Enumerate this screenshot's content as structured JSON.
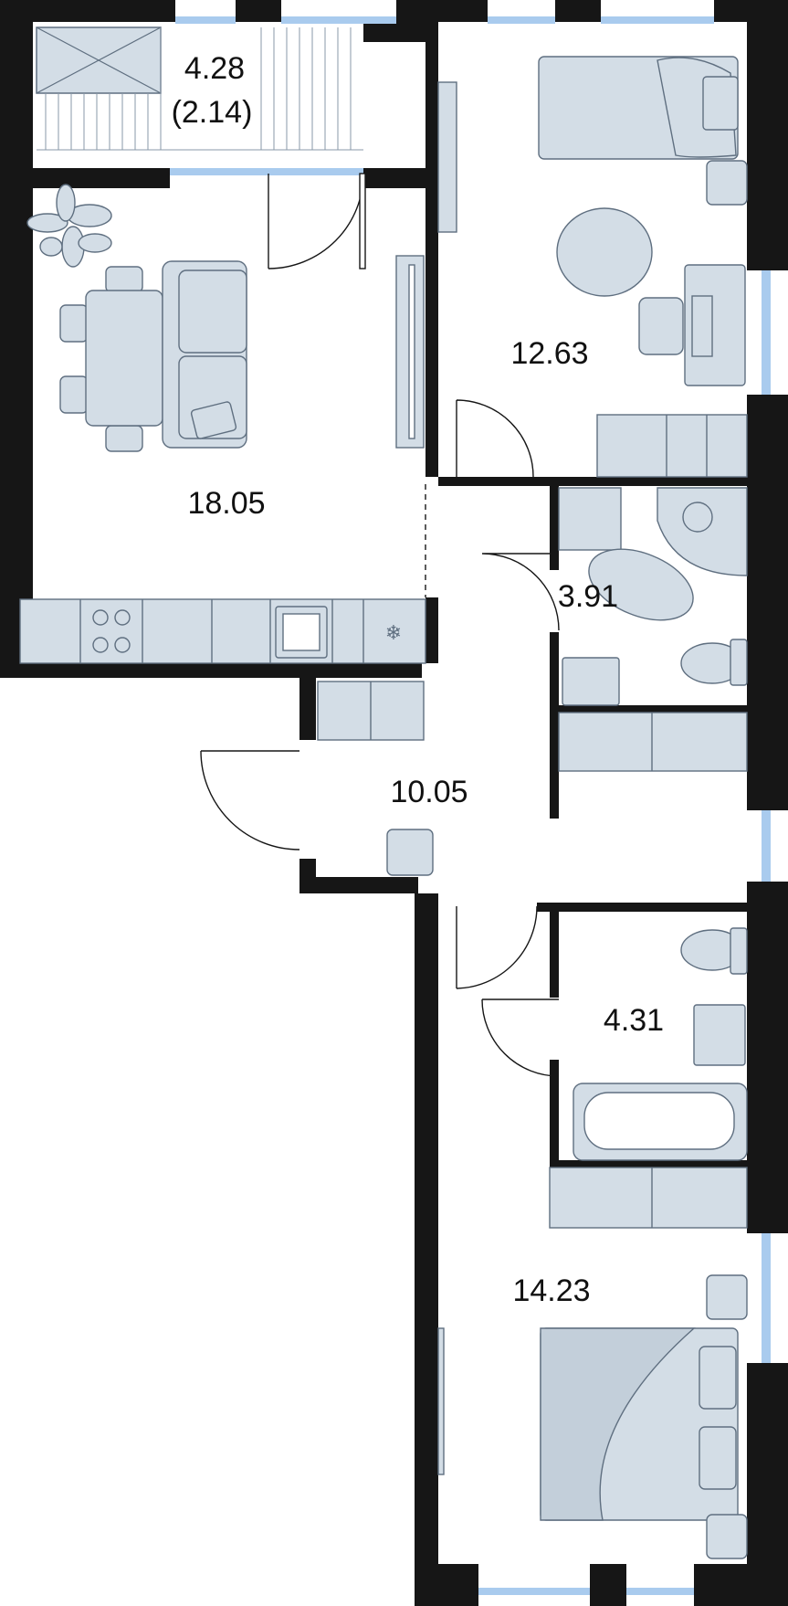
{
  "rooms": {
    "balcony": {
      "area": "4.28",
      "area_reduced": "(2.14)"
    },
    "living_kitchen": {
      "area": "18.05"
    },
    "bedroom_top": {
      "area": "12.63"
    },
    "bathroom_top": {
      "area": "3.91"
    },
    "hallway": {
      "area": "10.05"
    },
    "bathroom_bottom": {
      "area": "4.31"
    },
    "bedroom_bottom": {
      "area": "14.23"
    }
  },
  "colors": {
    "wall": "#161616",
    "furniture_fill": "#d3dde6",
    "furniture_stroke": "#5f6f80",
    "window": "#a9cbee",
    "background": "#ffffff"
  }
}
